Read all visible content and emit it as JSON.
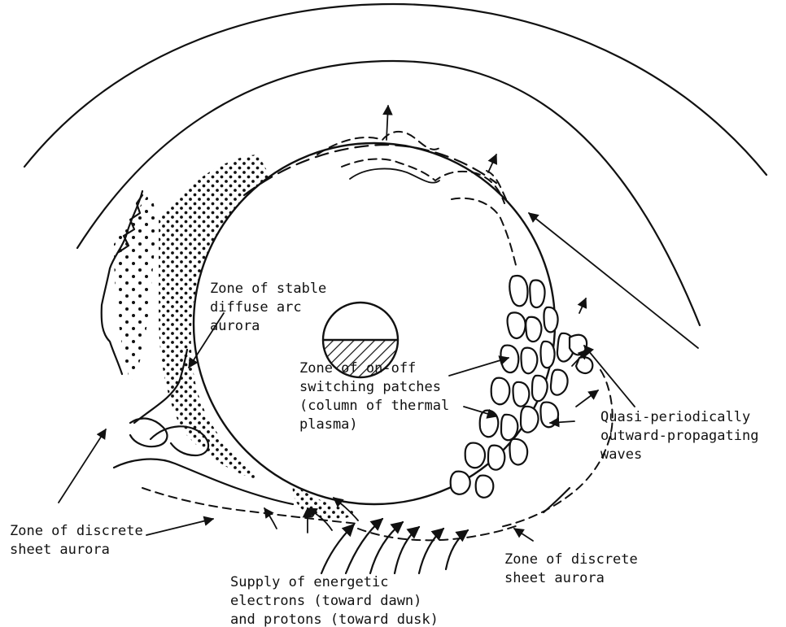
{
  "labels": {
    "stable_diffuse": [
      "Zone of stable",
      "diffuse arc",
      "aurora"
    ],
    "on_off_switching": [
      "Zone of on-off",
      "switching patches",
      "(column of thermal",
      "plasma)"
    ],
    "quasi_periodic": [
      "Quasi-periodically",
      "outward-propagating",
      "waves"
    ],
    "discrete_sheet_left": [
      "Zone of discrete",
      "sheet aurora"
    ],
    "discrete_sheet_right": [
      "Zone of discrete",
      "sheet aurora"
    ],
    "supply": [
      "Supply of energetic",
      "electrons (toward dawn)",
      "and protons (toward dusk)"
    ]
  }
}
